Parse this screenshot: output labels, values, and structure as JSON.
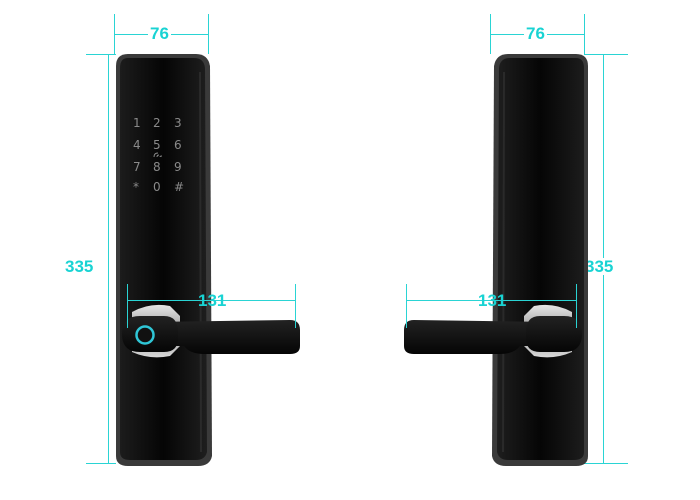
{
  "dimensions": {
    "front_width": "76",
    "back_width": "76",
    "front_height": "335",
    "back_height": "335",
    "front_handle": "131",
    "back_handle": "131"
  },
  "keypad": {
    "keys": [
      "1",
      "2",
      "3",
      "4",
      "5",
      "6",
      "7",
      "8",
      "9",
      "*",
      "0",
      "#"
    ]
  },
  "colors": {
    "dimension": "#19d3d3",
    "lock_body": "#0c0c0c",
    "fingerprint_ring": "#2fc6d6"
  },
  "icons": {
    "fingerprint": "fingerprint-icon",
    "card": "card-reader-icon"
  }
}
